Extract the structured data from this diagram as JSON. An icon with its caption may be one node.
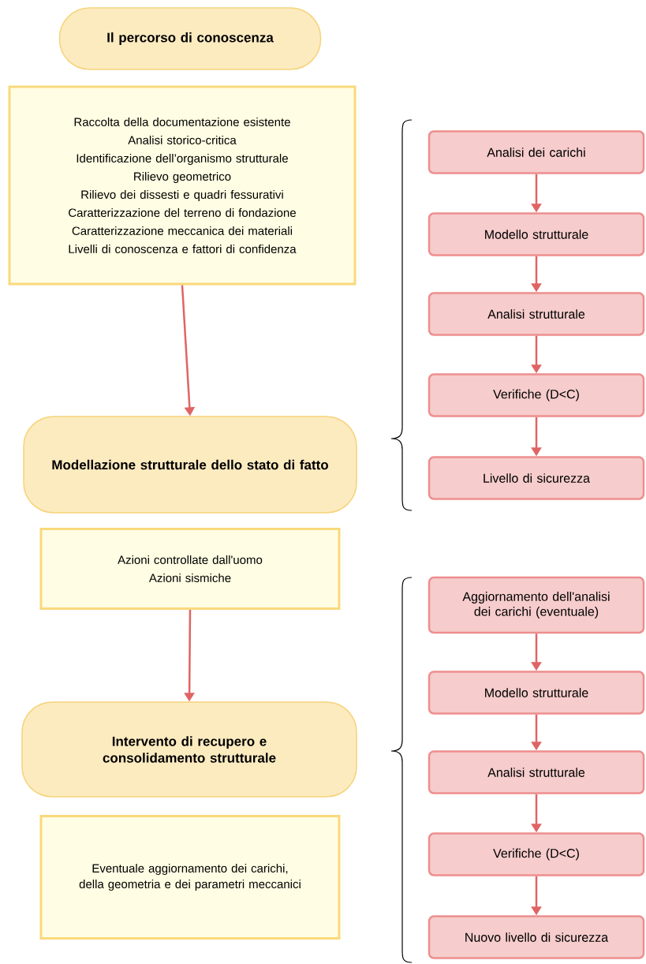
{
  "diagram": {
    "nodes": [
      {
        "text": [
          "Il percorso di conoscenza"
        ]
      },
      {
        "text": [
          "Raccolta della documentazione esistente",
          "Analisi storico-critica",
          "Identificazione dell’organismo strutturale",
          "Rilievo geometrico",
          "Rilievo dei dissesti e quadri fessurativi",
          "Caratterizzazione del terreno di fondazione",
          "Caratterizzazione meccanica dei materiali",
          "Livelli di conoscenza e fattori di confidenza"
        ]
      },
      {
        "text": [
          "Modellazione strutturale dello stato di fatto"
        ]
      },
      {
        "text": [
          "Azioni controllate dall'uomo",
          "Azioni sismiche"
        ]
      },
      {
        "text": [
          "Intervento di recupero e consolidamento strutturale"
        ]
      },
      {
        "text": [
          "Eventuale aggiornamento dei carichi, della geometria e dei parametri meccanici"
        ]
      },
      {
        "text": [
          "Analisi dei carichi"
        ]
      },
      {
        "text": [
          "Modello strutturale"
        ]
      },
      {
        "text": [
          "Analisi strutturale"
        ]
      },
      {
        "text": [
          "Verifiche (D<C)"
        ]
      },
      {
        "text": [
          "Livello di sicurezza"
        ]
      },
      {
        "text": [
          "Aggiornamento dell'analisi dei carichi (eventuale)"
        ]
      },
      {
        "text": [
          "Modello strutturale"
        ]
      },
      {
        "text": [
          "Analisi strutturale"
        ]
      },
      {
        "text": [
          "Verifiche (D<C)"
        ]
      },
      {
        "text": [
          "Nuovo livello di sicurezza"
        ]
      }
    ],
    "edges": [
      {
        "from": 1,
        "to": 2,
        "arrow": "to"
      },
      {
        "from": 3,
        "to": 4,
        "arrow": "to"
      },
      {
        "from": 6,
        "to": 7,
        "arrow": "to"
      },
      {
        "from": 7,
        "to": 8,
        "arrow": "to"
      },
      {
        "from": 8,
        "to": 9,
        "arrow": "to"
      },
      {
        "from": 9,
        "to": 10,
        "arrow": "to"
      },
      {
        "from": 11,
        "to": 12,
        "arrow": "to"
      },
      {
        "from": 12,
        "to": 13,
        "arrow": "to"
      },
      {
        "from": 13,
        "to": 14,
        "arrow": "to"
      },
      {
        "from": 14,
        "to": 15,
        "arrow": "to"
      }
    ]
  }
}
